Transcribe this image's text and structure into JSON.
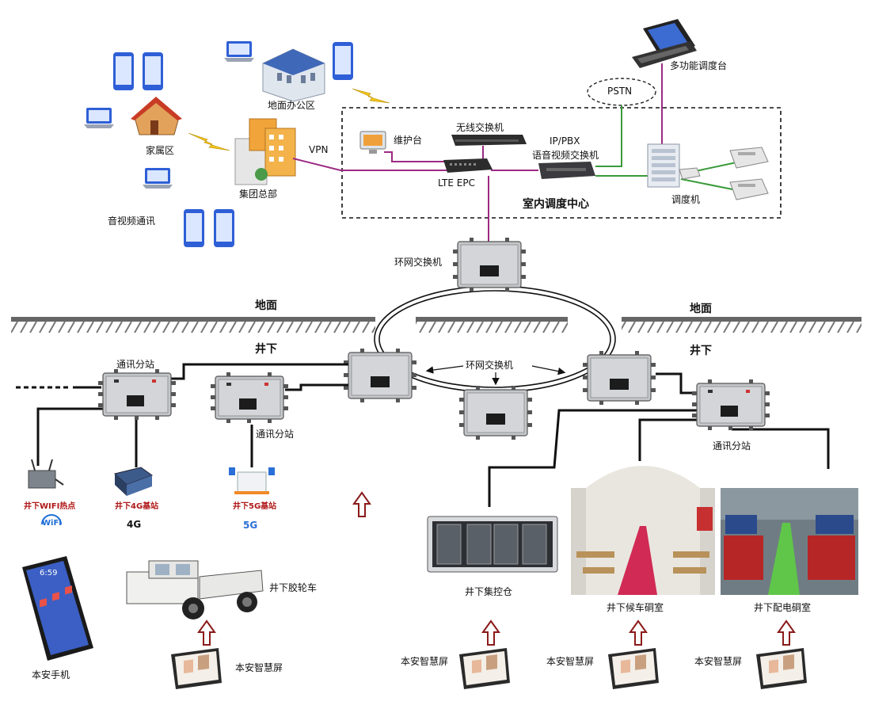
{
  "labels": {
    "dispatch_console": "多功能调度台",
    "pstn": "PSTN",
    "ground_office": "地面办公区",
    "family_area": "家属区",
    "group_hq": "集团总部",
    "vpn": "VPN",
    "av_comm": "音视频通讯",
    "maintenance": "维护台",
    "wireless_switch": "无线交换机",
    "ip_pbx_line1": "IP/PBX",
    "ip_pbx_line2": "语音视频交换机",
    "lte_epc": "LTE EPC",
    "dispatcher": "调度机",
    "control_center": "室内调度中心",
    "ring_switch_top": "环网交换机",
    "ground_left": "地面",
    "ground_right": "地面",
    "underground_left": "井下",
    "underground_right": "井下",
    "ring_switch_mid": "环网交换机",
    "substation_1": "通讯分站",
    "substation_2": "通讯分站",
    "substation_3": "通讯分站",
    "wifi_hotspot": "井下WIFI热点",
    "wifi_logo": "WiFi",
    "bs_4g": "井下4G基站",
    "logo_4g": "4G",
    "bs_5g": "井下5G基站",
    "logo_5g": "5G",
    "phone": "本安手机",
    "phone_time": "6:59",
    "vehicle": "井下胶轮车",
    "screen_vehicle": "本安智慧屏",
    "control_cabin": "井下集控仓",
    "waiting_room": "井下候车硐室",
    "power_room": "井下配电硐室",
    "screen_1": "本安智慧屏",
    "screen_2": "本安智慧屏",
    "screen_3": "本安智慧屏"
  },
  "colors": {
    "vpn_line": "#9c2a82",
    "green_line": "#3a9a3a",
    "black_line": "#111111",
    "arrow_red": "#8b1a1a",
    "device_blue": "#2e5fd6",
    "switch_gray": "#c9cbce"
  },
  "icons": [
    "phone-icon",
    "laptop-icon",
    "building-icon",
    "house-icon",
    "lightning-icon",
    "monitor-icon",
    "switch-icon",
    "telephone-icon",
    "server-icon",
    "enclosure-icon",
    "antenna-icon",
    "vehicle-icon",
    "tablet-icon",
    "up-arrow-icon"
  ]
}
